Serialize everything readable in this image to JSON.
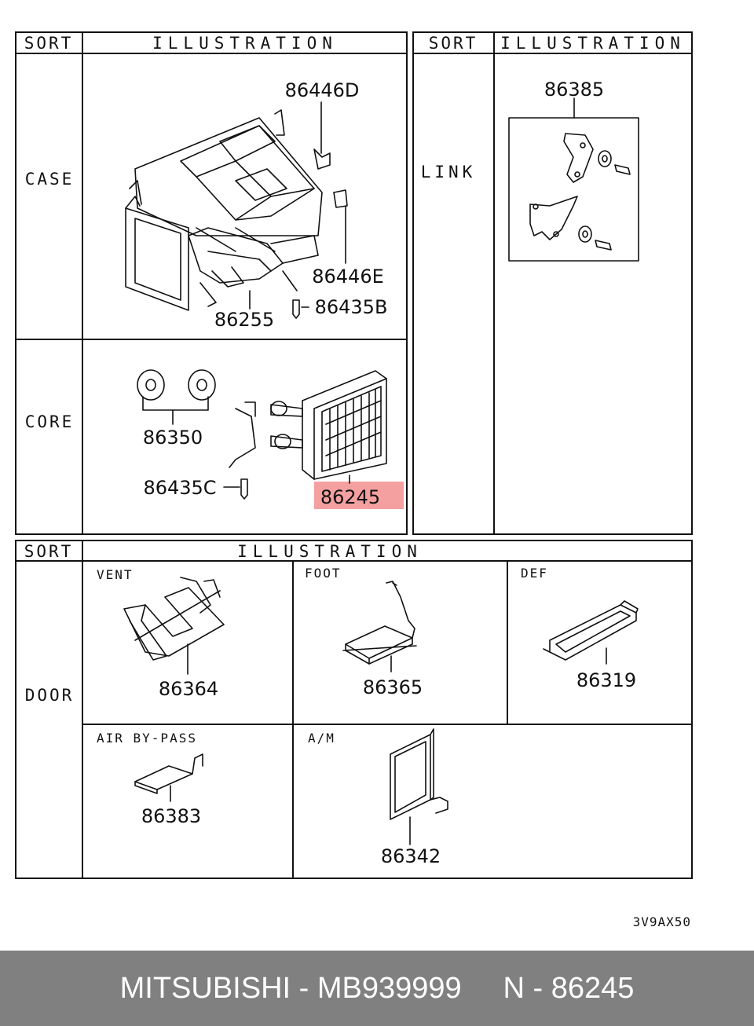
{
  "headers": {
    "sort": "SORT",
    "illustration": "ILLUSTRATION"
  },
  "sections": {
    "case": {
      "label": "CASE",
      "parts": [
        "86446D",
        "86446E",
        "86435B",
        "86255"
      ]
    },
    "core": {
      "label": "CORE",
      "parts": [
        "86350",
        "86435C",
        "86245"
      ],
      "highlighted": "86245",
      "highlight_color": "#f4a0a0"
    },
    "link": {
      "label": "LINK",
      "parts": [
        "86385"
      ]
    },
    "door": {
      "label": "DOOR",
      "subsections": [
        {
          "label": "VENT",
          "part": "86364"
        },
        {
          "label": "FOOT",
          "part": "86365"
        },
        {
          "label": "DEF",
          "part": "86319"
        },
        {
          "label": "AIR BY-PASS",
          "part": "86383"
        },
        {
          "label": "A/M",
          "part": "86342"
        }
      ]
    }
  },
  "diagram_code": "3V9AX50",
  "footer": {
    "brand": "MITSUBISHI",
    "part_number": "MB939999",
    "ref": "N - 86245",
    "separator": " - "
  }
}
